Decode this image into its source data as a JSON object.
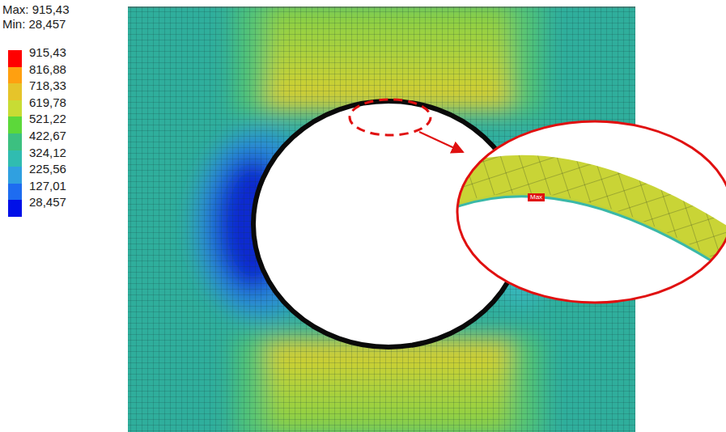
{
  "diagram": {
    "labels": [
      "Max: 915,43",
      "Min: 28,457",
      "Max"
    ],
    "legend": [
      {
        "text": "915,43",
        "color": "#ff0000"
      },
      {
        "text": "816,88",
        "color": "#ffa010"
      },
      {
        "text": "718,33",
        "color": "#e6c42a"
      },
      {
        "text": "619,78",
        "color": "#c8dc34"
      },
      {
        "text": "521,22",
        "color": "#5cd83a"
      },
      {
        "text": "422,67",
        "color": "#3cc080"
      },
      {
        "text": "324,12",
        "color": "#30bcb0"
      },
      {
        "text": "225,56",
        "color": "#30a0e0"
      },
      {
        "text": "127,01",
        "color": "#1e6cf0"
      },
      {
        "text": "28,457",
        "color": "#0010e8"
      }
    ]
  }
}
